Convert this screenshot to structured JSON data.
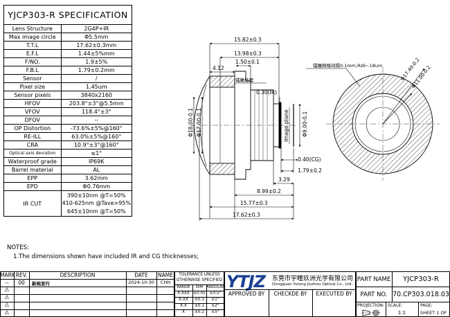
{
  "spec": {
    "title": "YJCP303-R SPECIFICATION",
    "rows": [
      {
        "label": "Lens Structure",
        "value": "2G4P+IR"
      },
      {
        "label": "Max image circle",
        "value": "Φ5.5mm"
      },
      {
        "label": "T.T.L",
        "value": "17.62±0.3mm"
      },
      {
        "label": "E.F.L",
        "value": "1.44±5%mm"
      },
      {
        "label": "F/NO.",
        "value": "1.9±5%"
      },
      {
        "label": "F.B.L",
        "value": "1.79±0.2mm"
      },
      {
        "label": "Sensor",
        "value": "/"
      },
      {
        "label": "Pixel size",
        "value": "1.45um"
      },
      {
        "label": "Sensor pixels",
        "value": "3840x2160"
      },
      {
        "label": "HFOV",
        "value": "203.8°±3°@5.5mm"
      },
      {
        "label": "VFOV",
        "value": "118.4°±3°"
      },
      {
        "label": "DFOV",
        "value": "--"
      },
      {
        "label": "OP Distortion",
        "value": "-73.6%±5%@160°"
      },
      {
        "label": "RE-ILL",
        "value": "63.0%±5%@160°"
      },
      {
        "label": "CRA",
        "value": "10.9°±3°@160°"
      },
      {
        "label": "Optical axis deviation",
        "value": "≤1°"
      },
      {
        "label": "Waterproof grade",
        "value": "IP69K"
      },
      {
        "label": "Barrel material",
        "value": "AL"
      },
      {
        "label": "EPP",
        "value": "3.62mm"
      },
      {
        "label": "EPD",
        "value": "Φ0.76mm"
      }
    ],
    "ircut_label": "IR CUT",
    "ircut_lines": [
      "390±10nm @T=50%",
      "410-625nm @Tave>95%",
      "645±10nm @T=50%"
    ]
  },
  "drawing": {
    "dim_overall_body": "15.82±0.3",
    "dim_body": "13.98±0.3",
    "dim_front": "4.12",
    "dim_150": "1.50±0.1",
    "note_black": "镭雕处理",
    "dim_030": "0.30(IR)",
    "dim_dia18": "Φ18.00-0.1",
    "dim_dia17": "Φ17.00-0.1",
    "image_plane": "Image plane",
    "dim_dia9": "Φ9.00-0.1",
    "dim_cg": "0.40(CG)",
    "dim_fbl": "1.79±0.2",
    "dim_329": "3.29",
    "dim_899": "8.99±0.2",
    "dim_1577": "15.77±0.3",
    "dim_ttl": "17.62±0.3",
    "note_knurl": "镭雕网格间隔0.1mm,Rz6~18um",
    "dim_r17": "Φ17.40-0.2",
    "dim_r11": "Φ11.00-0.2"
  },
  "notes": {
    "heading": "NOTES:",
    "line1": "1.The dimensions shown have included IR and CG thicknesses;"
  },
  "titleblock": {
    "h_mark": "MARK",
    "h_rev": "REV.",
    "h_desc": "DESCRIPTION",
    "h_date": "DATE",
    "h_name": "NAME",
    "r_mark": "--",
    "r_rev": "00",
    "r_desc": "新规发行",
    "r_date": "2024-10-30",
    "r_name": "CHH",
    "tri": "⚠",
    "tol_title1": "TOLERANCE UNLESS",
    "tol_title2": "OTHERWISE SPECIFIED",
    "tol_h": [
      "RANGE",
      "DIM",
      "ANGULAR"
    ],
    "tol_rows": [
      [
        "X.XXX",
        "±0.05",
        "±0.5°"
      ],
      [
        "X.XX",
        "±0.1",
        "±1°"
      ],
      [
        "X.X",
        "±0.1",
        "±2°"
      ],
      [
        "X",
        "±0.2",
        "±5°"
      ]
    ],
    "logo": "YTJZ",
    "company_cn": "东莞市宇瞳玖洲光学有限公司",
    "company_en": "Dongguan Yutong Jiuzhou Optical Co., Ltd.",
    "approved": "APPROVED BY",
    "checked": "CHECKDE BY",
    "executed": "EXECUTED BY",
    "part_name_label": "PART NAME",
    "part_name": "YJCP303-R",
    "part_no_label": "PART NO.",
    "part_no": "70.CP303.018.03",
    "projection": "PROJECTION:",
    "scale_label": "SCALE:",
    "scale": "1:1",
    "page_label": "PAGE:",
    "page": "SHEET 1 OF"
  }
}
